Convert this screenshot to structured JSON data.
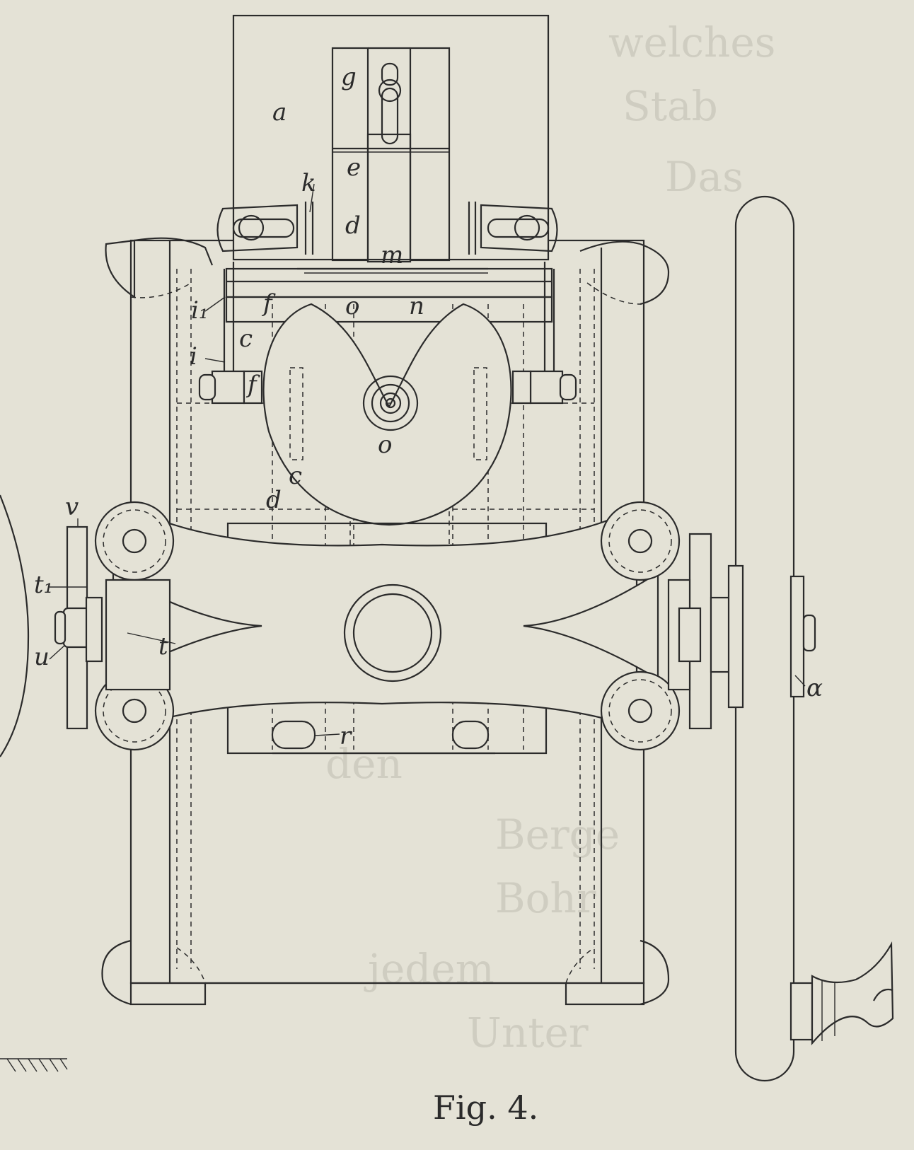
{
  "figure": {
    "caption": "Fig. 4."
  },
  "labels": {
    "a": "a",
    "g": "g",
    "e": "e",
    "k": "k",
    "d": "d",
    "m": "m",
    "o": "o",
    "n": "n",
    "i1": "i₁",
    "i": "i",
    "c": "c",
    "f": "f",
    "f2": "f",
    "o2": "o",
    "d2": "d",
    "c2": "c",
    "v": "v",
    "t1": "t₁",
    "u": "u",
    "t": "t",
    "r": "r",
    "alpha": "α"
  },
  "background_text": [
    "welches",
    "Stab",
    "Das",
    "den",
    "Berge",
    "Bohr",
    "jedem",
    "Unter"
  ]
}
